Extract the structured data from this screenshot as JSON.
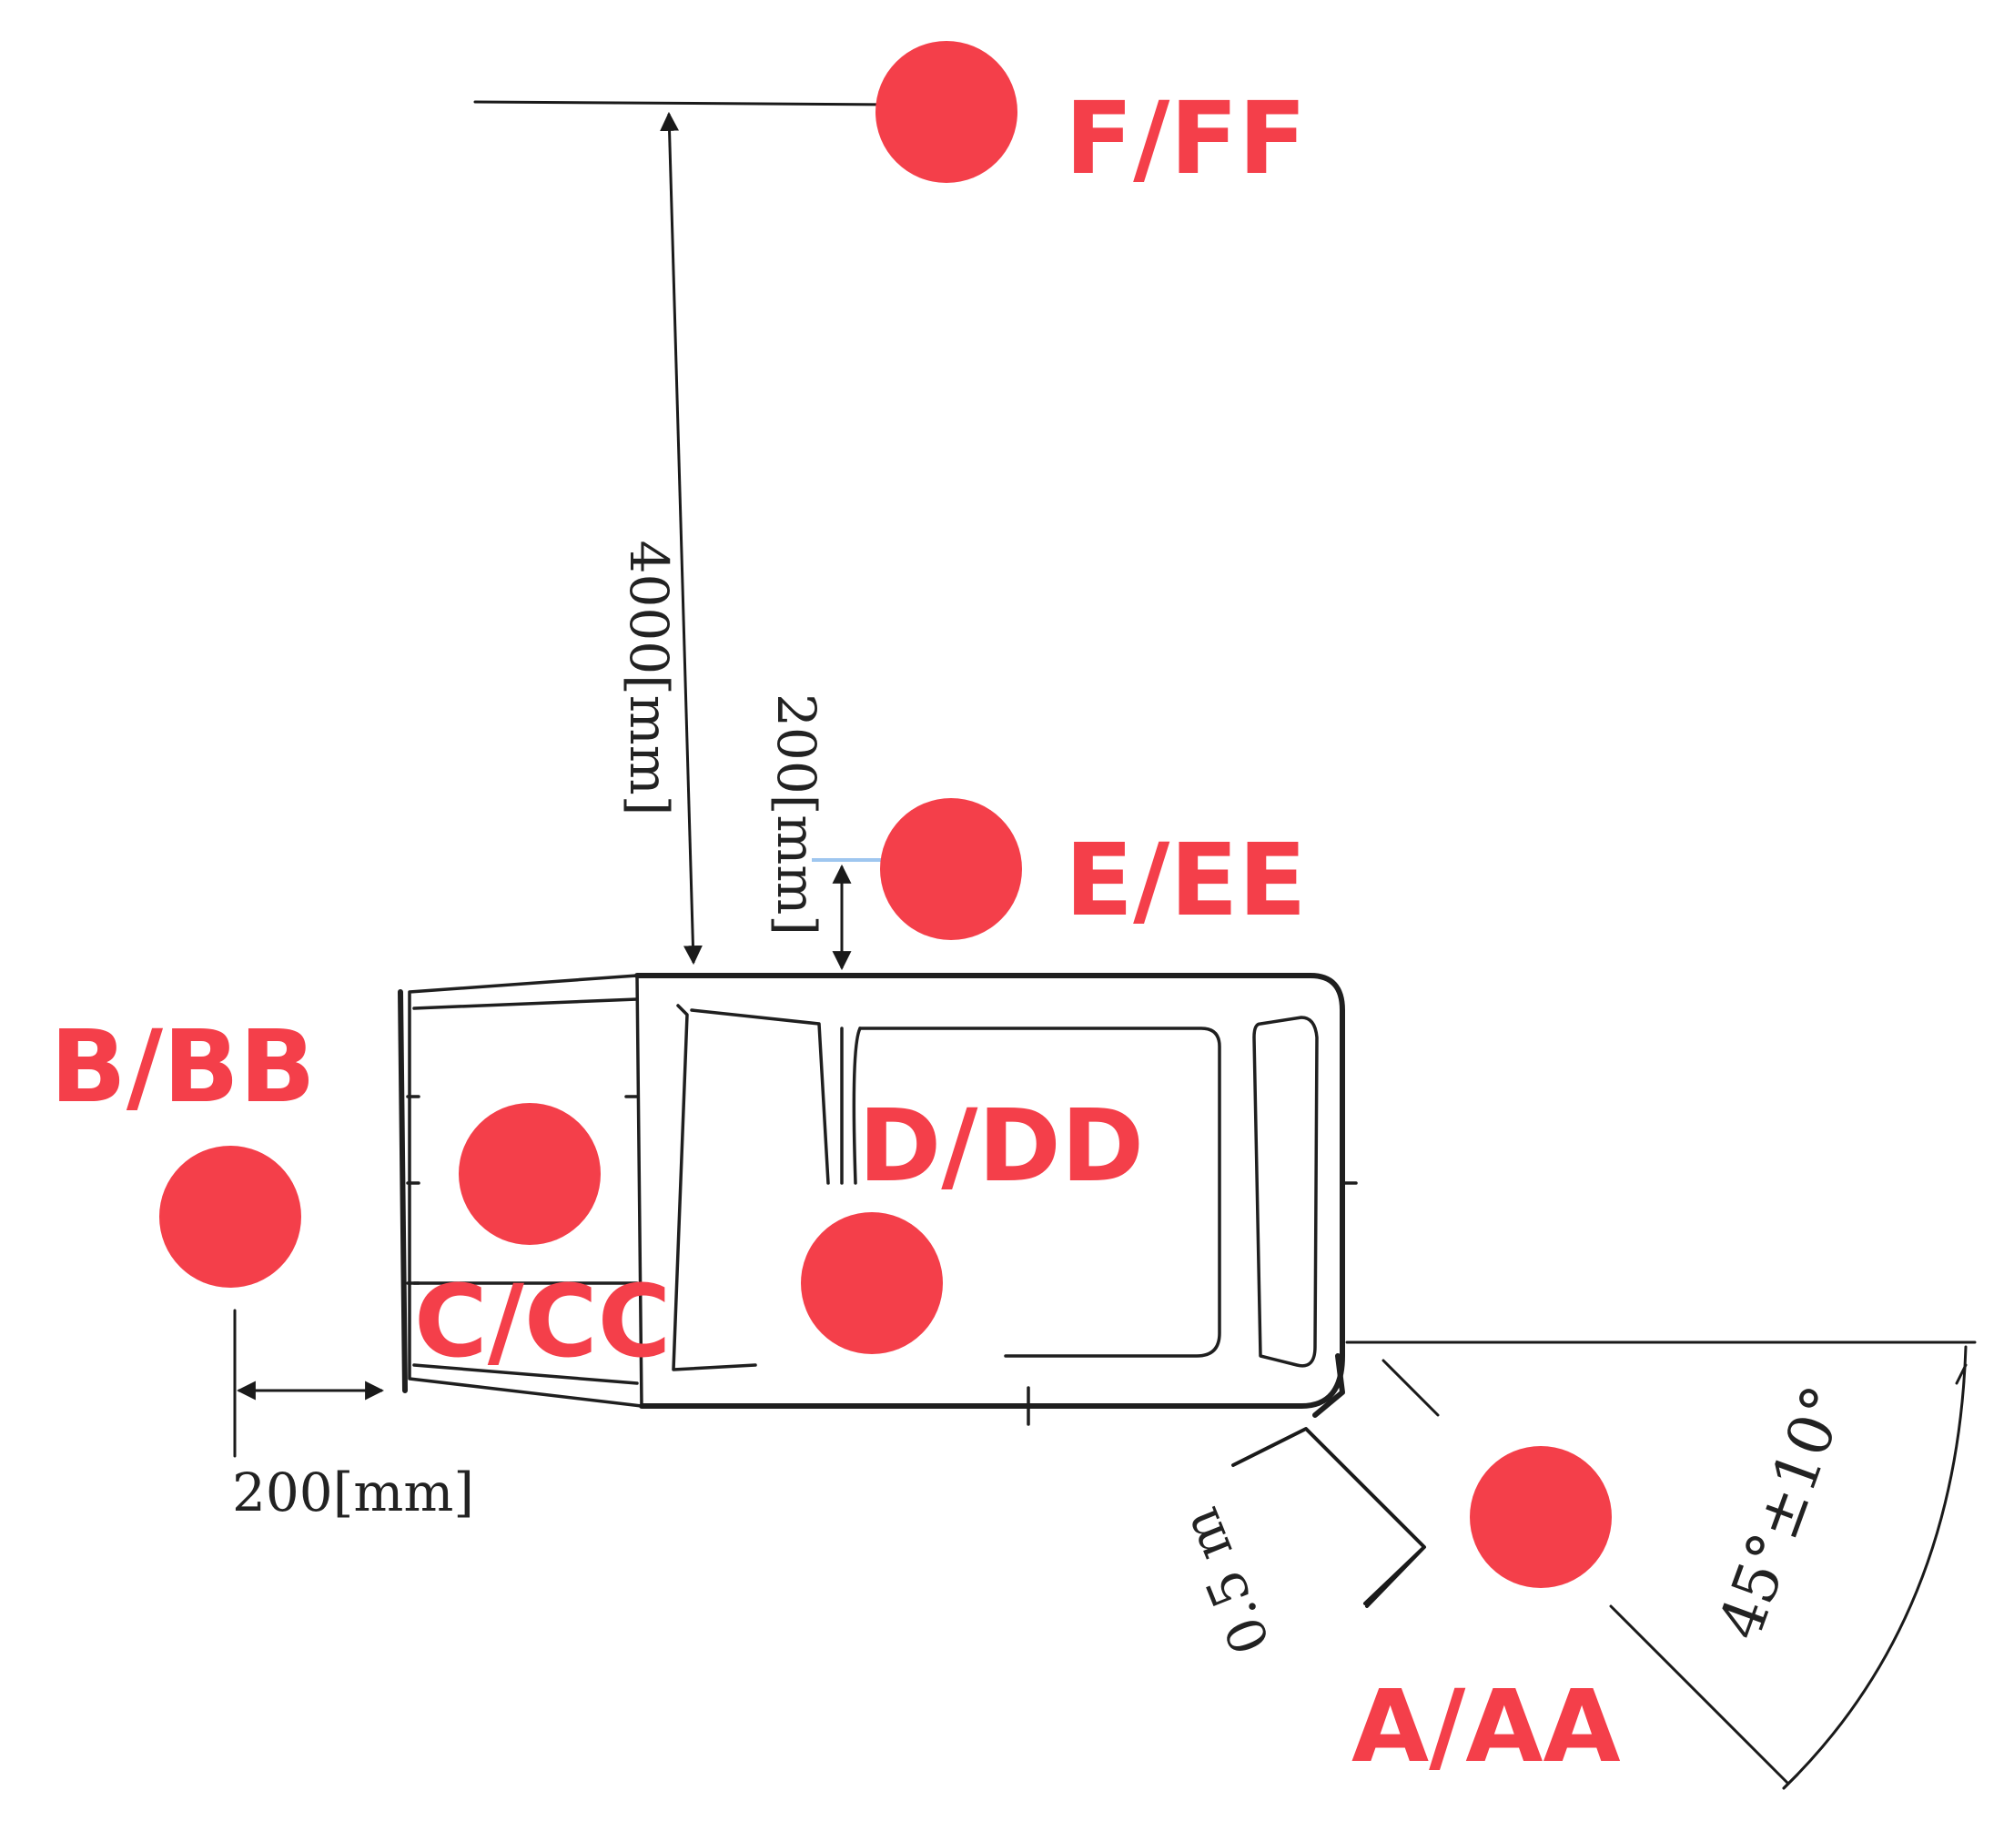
{
  "colors": {
    "point": "#f43f4a",
    "line": "#1a1a1a",
    "highlight": "#9ec6ef"
  },
  "points": {
    "a": {
      "label": "A/AA"
    },
    "b": {
      "label": "B/BB"
    },
    "c": {
      "label": "C/CC"
    },
    "d": {
      "label": "D/DD"
    },
    "e": {
      "label": "E/EE"
    },
    "f": {
      "label": "F/FF"
    }
  },
  "dimensions": {
    "top_height": "4000[mm]",
    "roof_offset": "200[mm]",
    "front_offset": "200[mm]",
    "diagonal_distance": "0.5 m",
    "angle": "45°±10°"
  }
}
